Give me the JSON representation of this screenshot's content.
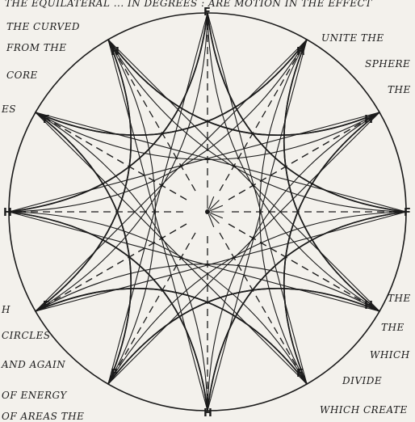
{
  "margin_notes": {
    "top": "THE EQUILATERAL ... IN DEGREES : ARE MOTION IN THE EFFECT",
    "left": [
      "THE CURVED",
      "FROM THE",
      "CORE",
      "ES",
      "H",
      "CIRCLES",
      "AND AGAIN",
      "OF ENERGY",
      "OF AREAS THE"
    ],
    "right": [
      "UNITE THE",
      "SPHERE",
      "THE",
      "THE",
      "THE",
      "WHICH",
      "DIVIDE",
      "WHICH CREATE"
    ]
  },
  "diagram": {
    "node_labels": [
      "F",
      "H",
      "H",
      "F",
      "H",
      "F",
      "H",
      "F",
      "F",
      "H",
      "F",
      "H"
    ]
  }
}
